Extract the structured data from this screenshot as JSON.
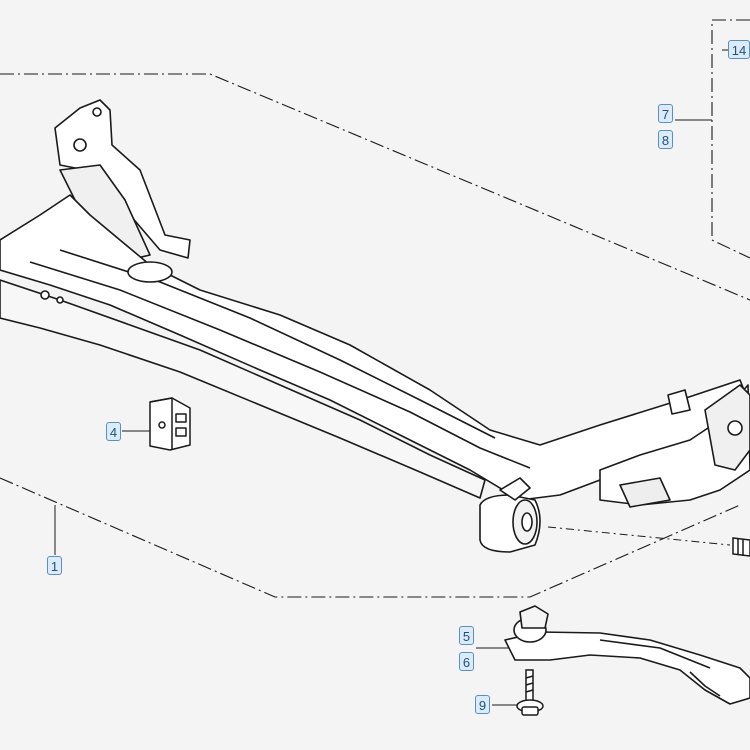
{
  "callouts": {
    "c1": "1",
    "c4": "4",
    "c5": "5",
    "c6": "6",
    "c7": "7",
    "c8": "8",
    "c9": "9",
    "c14": "14"
  },
  "colors": {
    "line": "#1a1a1a",
    "callout_border": "#5b8fc4",
    "callout_fill": "#dcebf8",
    "callout_text": "#1f4f86",
    "background": "#f4f4f4"
  }
}
